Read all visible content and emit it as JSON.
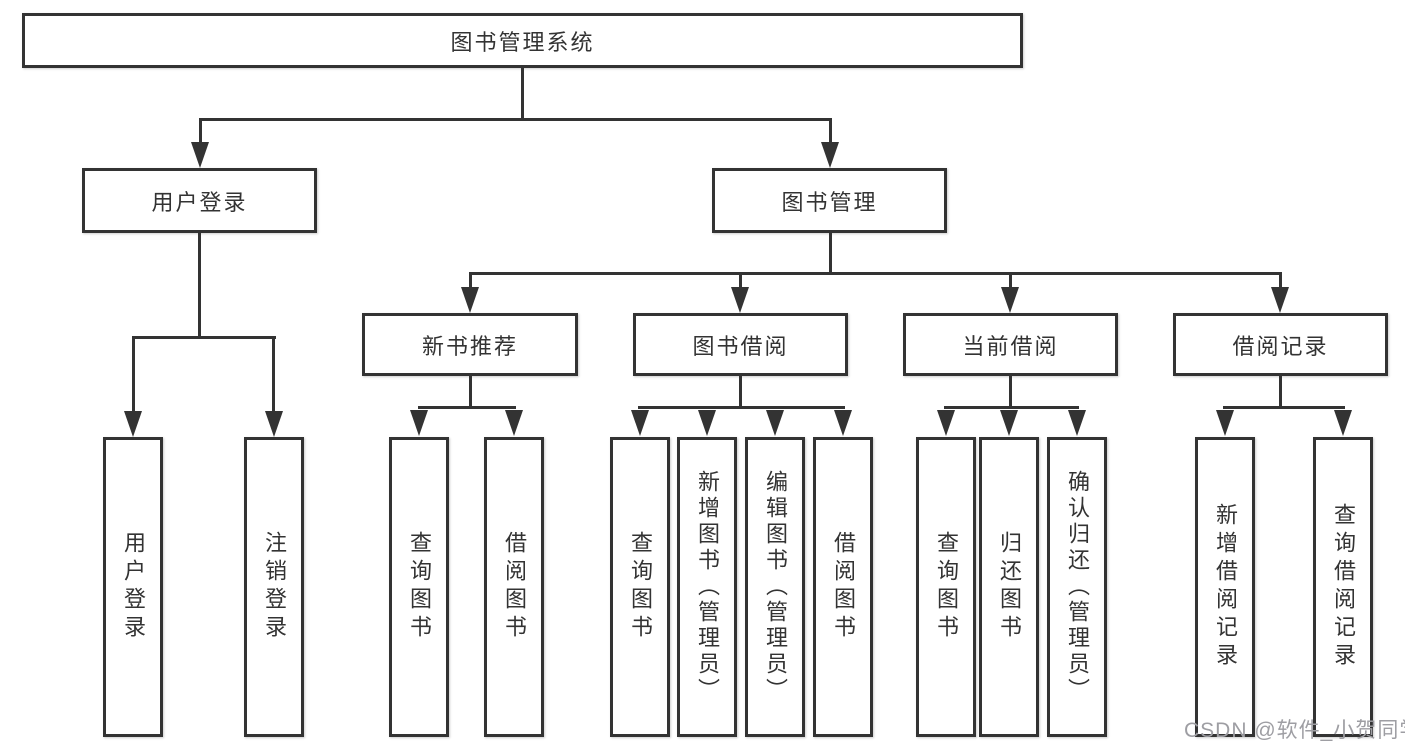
{
  "diagram": {
    "title": "图书管理系统",
    "level2": [
      "用户登录",
      "图书管理"
    ],
    "level3": [
      "新书推荐",
      "图书借阅",
      "当前借阅",
      "借阅记录"
    ],
    "leaves": [
      "用户登录",
      "注销登录",
      "查询图书",
      "借阅图书",
      "查询图书",
      "新增图书（管理员）",
      "编辑图书（管理员）",
      "借阅图书",
      "查询图书",
      "归还图书",
      "确认归还（管理员）",
      "新增借阅记录",
      "查询借阅记录"
    ]
  },
  "watermark": {
    "text": "CSDN @软件_小贺同学"
  },
  "colors": {
    "line": "#333333",
    "text": "#333333",
    "watermark": "#9e9ea3",
    "background": "#ffffff"
  }
}
